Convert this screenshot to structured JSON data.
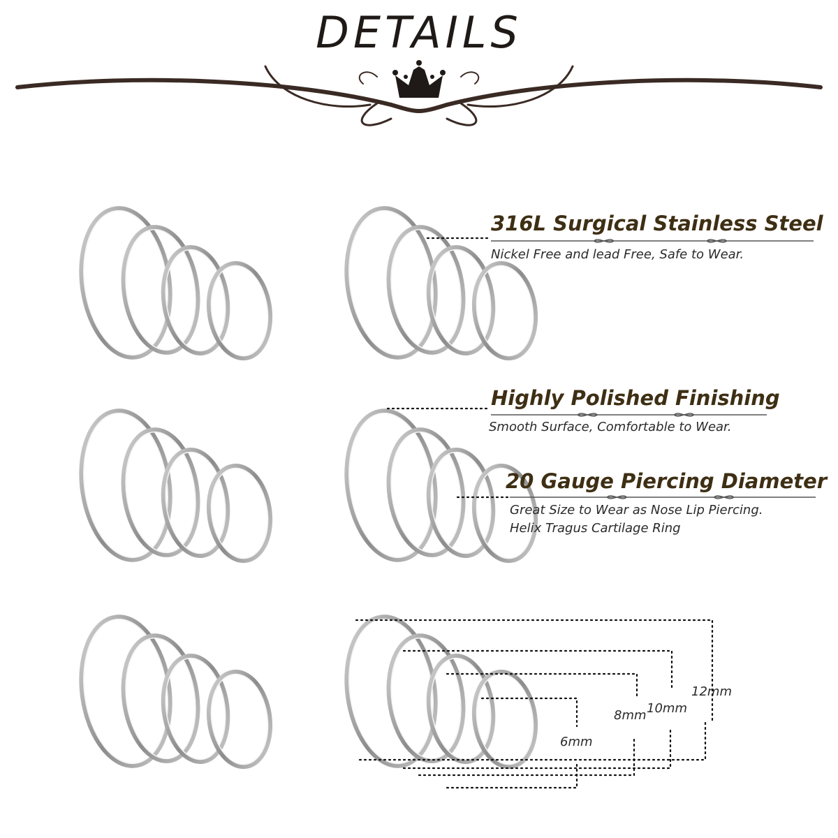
{
  "heading": "DETAILS",
  "features": [
    {
      "title": "316L Surgical Stainless Steel",
      "desc": [
        "Nickel Free and lead Free, Safe to Wear."
      ]
    },
    {
      "title": "Highly Polished Finishing",
      "desc": [
        "Smooth Surface, Comfortable to Wear."
      ]
    },
    {
      "title": "20 Gauge Piercing Diameter",
      "desc": [
        "Great Size to Wear as Nose Lip Piercing.",
        "Helix Tragus Cartilage Ring"
      ]
    }
  ],
  "sizes": [
    "6mm",
    "8mm",
    "10mm",
    "12mm"
  ],
  "colors": {
    "heading": "#1f1a17",
    "title": "#3e2f14",
    "ring": "#9a9a9a",
    "dots": "#111111"
  },
  "icons": [
    "crown-icon",
    "swirl-ornament-icon",
    "hoop-ring-icon"
  ]
}
